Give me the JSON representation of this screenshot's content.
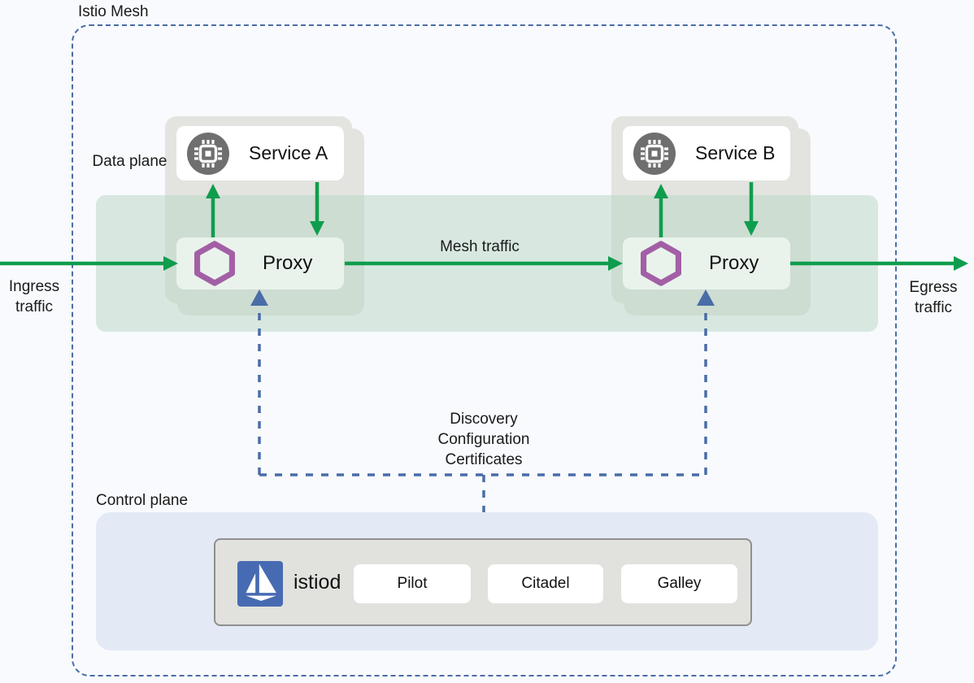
{
  "labels": {
    "mesh": "Istio Mesh",
    "data_plane": "Data plane",
    "control_plane": "Control plane",
    "ingress": "Ingress traffic",
    "egress": "Egress traffic",
    "mesh_traffic": "Mesh traffic",
    "control_channel": "Discovery\nConfiguration\nCertificates"
  },
  "services": [
    {
      "name": "Service A",
      "proxy_label": "Proxy"
    },
    {
      "name": "Service B",
      "proxy_label": "Proxy"
    }
  ],
  "istiod": {
    "label": "istiod",
    "components": [
      "Pilot",
      "Citadel",
      "Galley"
    ]
  },
  "icons": {
    "service": "chip-icon",
    "proxy": "envoy-hexagon-icon",
    "istiod": "istio-sailboat-logo"
  },
  "colors": {
    "traffic_arrow_green": "#0f9d4d",
    "control_link_blue": "#4a6da7",
    "envoy_purple": "#a35fa5",
    "istio_logo_blue": "#476bb2",
    "mesh_band_green": "#dcebe2",
    "workload_card_gray": "#e3e4e0",
    "control_plane_panel_blue": "#e3eaf6",
    "proxy_box_green": "#e9f3ec",
    "service_icon_gray": "#6f6f6f"
  }
}
